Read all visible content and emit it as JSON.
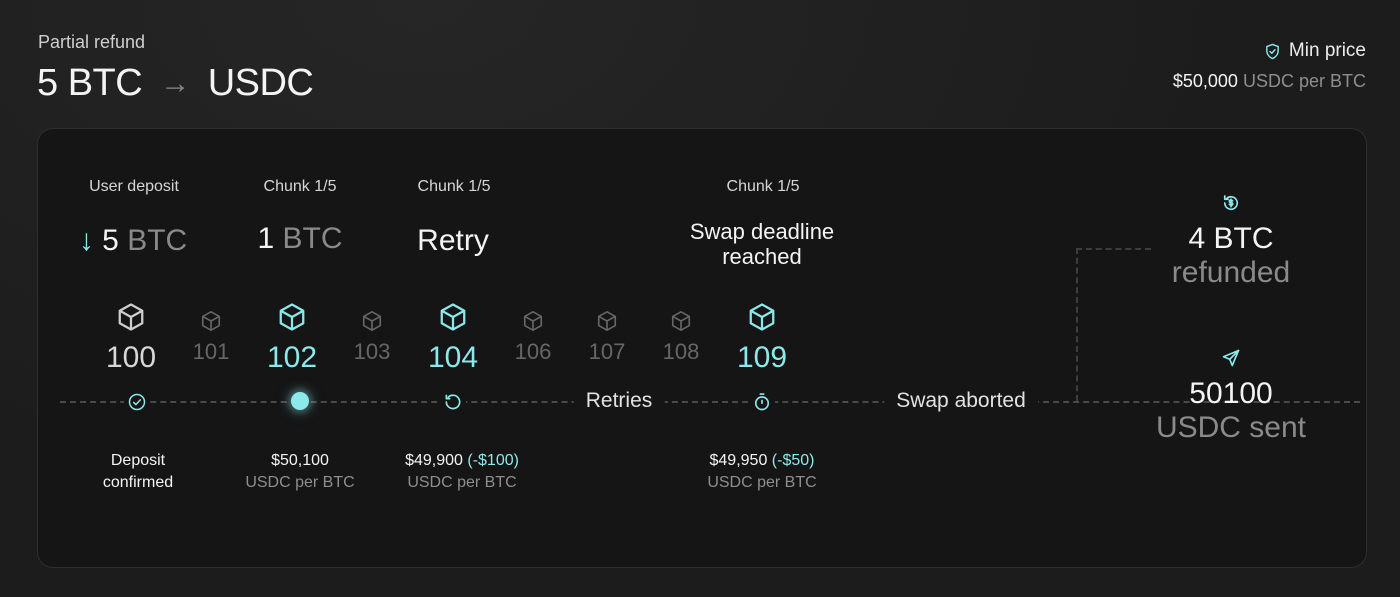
{
  "header": {
    "label": "Partial refund",
    "from": "5 BTC",
    "arrow": "→",
    "to": "USDC",
    "min_price_label": "Min price",
    "min_price_value": "$50,000",
    "min_price_unit": "USDC per BTC"
  },
  "columns": [
    {
      "label": "User deposit",
      "value": "5",
      "unit": "BTC"
    },
    {
      "label": "Chunk 1/5",
      "value": "1",
      "unit": "BTC"
    },
    {
      "label": "Chunk 1/5",
      "value": "Retry"
    },
    {
      "label": "Chunk 1/5",
      "value_line1": "Swap deadline",
      "value_line2": "reached"
    }
  ],
  "blocks": [
    {
      "num": "100",
      "state": "confirmed"
    },
    {
      "num": "101",
      "state": "idle"
    },
    {
      "num": "102",
      "state": "active"
    },
    {
      "num": "103",
      "state": "idle"
    },
    {
      "num": "104",
      "state": "active"
    },
    {
      "num": "106",
      "state": "idle"
    },
    {
      "num": "107",
      "state": "idle"
    },
    {
      "num": "108",
      "state": "idle"
    },
    {
      "num": "109",
      "state": "active"
    }
  ],
  "timeline": {
    "retries_label": "Retries",
    "aborted_label": "Swap aborted"
  },
  "prices": [
    {
      "line1": "Deposit",
      "line2": "confirmed"
    },
    {
      "value": "$50,100",
      "unit": "USDC per BTC"
    },
    {
      "value": "$49,900",
      "delta": "(-$100)",
      "unit": "USDC per BTC"
    },
    {
      "value": "$49,950",
      "delta": "(-$50)",
      "unit": "USDC per BTC"
    }
  ],
  "outcomes": {
    "refund_amount": "4 BTC",
    "refund_label": "refunded",
    "sent_amount": "50100",
    "sent_label": "USDC sent"
  },
  "colors": {
    "accent": "#8ce8ea",
    "muted": "#8e8e8e",
    "background": "#1c1c1c",
    "card": "#151515"
  }
}
